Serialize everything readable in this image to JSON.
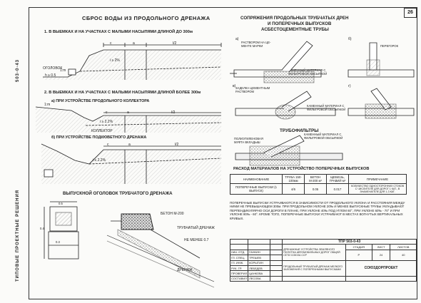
{
  "page_number": "26",
  "vertical_labels": {
    "typical": "ТИПОВЫЕ ПРОЕКТНЫЕ РЕШЕНИЯ",
    "code": "503-0-43"
  },
  "left": {
    "title": "СБРОС ВОДЫ ИЗ ПРОДОЛЬНОГО ДРЕНАЖА",
    "case1": "1. В ВЫЕМКАХ И НА УЧАСТКАХ С МАЛЫМИ НАСЫПЯМИ ДЛИНОЙ ДО 300м",
    "case2": "2. В ВЫЕМКАХ И НА УЧАСТКАХ С МАЛЫМИ НАСЫПЯМИ ДЛИНОЙ БОЛЕЕ 300м",
    "case2a": "а) ПРИ УСТРОЙСТВЕ ПРОДОЛЬНОГО КОЛЛЕКТОРА",
    "case2b": "б) ПРИ УСТРОЙСТВЕ ПОДКЮВЕТНОГО ДРЕНАЖА",
    "outlet_title": "ВЫПУСКНОЙ ОГОЛОВОК ТРУБЧАТОГО ДРЕНАЖА",
    "labels": {
      "ogolovok": "ОГОЛОВОК",
      "h": "h ≥ 0.5",
      "collector": "КОЛЛЕКТОР",
      "c": "c",
      "a": "a",
      "l2": "l/2",
      "l": "l",
      "slope": "i ≥ 2%",
      "slope2": "i ≥ 2.2%",
      "m15": "1:m",
      "drain": "ДРЕНАЖ",
      "beton": "БЕТОН М-200",
      "trub_drain": "ТРУБЧАТЫЙ ДРЕНАЖ",
      "ne_menee": "НЕ МЕНЕЕ 0.7",
      "dim05": "0.5",
      "dim03": "0.3",
      "dim04": "0.4"
    }
  },
  "right": {
    "title1": "СОПРЯЖЕНИЯ ПРОДОЛЬНЫХ ТРУБЧАТЫХ ДРЕН",
    "title2": "И ПОПЕРЕЧНЫХ ВЫПУСКОВ",
    "title3": "АСБЕСТОЦЕМЕНТНЫЕ ТРУБЫ",
    "panel_a": "а)",
    "panel_b": "б)",
    "panel_v": "в)",
    "panel_g": "г)",
    "pipe_note": "РАСТВОРОМ НА ЦЕ- МЕНТЕ МАРКИ",
    "peregorok": "ПЕРЕГОРОК",
    "gravel1": "КАМЕННЫЙ МАТЕРИАЛ С ФИЛЬТРОВОЙ ОБСЫПКОЙ",
    "zadelka": "ЗАДЕЛКА ЦЕМЕНТНЫМ РАСТВОРОМ",
    "gravel2": "КАМЕННЫЙ МАТЕРИАЛ С ФИЛЬТРОВОЙ ОБСЫПКОЙ",
    "trubofilters": "ТРУБОФИЛЬТРЫ",
    "mufta": "ПОЛИЭТИЛЕНОВАЯ МУФТА ВКЛАДЫШ",
    "gravel3": "КАМЕННЫЙ МАТЕРИАЛ С ФИЛЬТРОВОЙ ОБСЫПКОЙ",
    "table_title": "РАСХОД МАТЕРИАЛОВ НА УСТРОЙСТВО ПОПЕРЕЧНЫХ ВЫПУСКОВ",
    "table": {
      "headers": [
        "НАИМЕНОВАНИЕ",
        "ТРУБА 150-100мм",
        "БЕТОН М-200 м³",
        "ЩЕБЕНЬ, ГРАВИЙ м³",
        "ПРИМЕЧАНИЕ"
      ],
      "row": [
        "ПОПЕРЕЧНЫЕ ВЫПУСКИ (1 ВЫПУСК)",
        "4/6",
        "0.05",
        "0.017",
        "КОЛИЧЕСТВО ОДНОСТОРОННИХ СТОКОВ С ЧИСЛИТЕЛЕ ДЛЯ ДОРОГ 1 КАТ., В ЗНАМЕНАТЕЛЕ ДЛЯ 1-3 КАТ."
      ]
    },
    "paragraph": "ПОПЕРЕЧНЫЕ ВЫПУСКИ УСТРАИВАЮТСЯ В ЗАВИСИМОСТИ ОТ ПРОДОЛЬНОГО УКЛОНА И РАССТОЯНИЯ МЕЖДУ НИМИ НЕ ПРЕВЫШАЮЩЕМ 300м. ПРИ ПРОДОЛЬНОМ УКЛОНЕ 20‰ И МЕНЕЕ ВЫПУСКНЫЕ ТРУБЫ УКЛАДЫВАЮТ ПЕРПЕНДИКУЛЯРНО ОСИ ДОРОГИ В ПЛАНЕ, ПРИ УКЛОНЕ 40‰ ПОД УГЛОМ 60°, ПРИ УКЛОНЕ 60‰ - 70° И ПРИ УКЛОНЕ 80‰ - 60°. КРОМЕ ТОГО, ПОПЕРЕЧНЫЕ ВЫПУСКИ УСТРАИВАЮТ В МЕСТАХ ВОГНУТЫХ ВЕРТИКАЛЬНЫХ КРИВЫХ."
  },
  "stamp": {
    "code": "ТПР 503-0-43",
    "description": "ДРЕНАЖНЫЕ УСТРОЙСТВА ЗЕМЛЯНОГО ПОЛОТНА АВТОМОБИЛЬНЫХ ДОРОГ ОБЩЕЙ СЕТИ СОЮЗА ССР",
    "stage_label": "СТАДИЯ",
    "sheet_label": "ЛИСТ",
    "sheets_label": "ЛИСТОВ",
    "stage": "Р",
    "sheet": "24",
    "sheets": "40",
    "sheet_title": "ПРОДОЛЬНЫЙ ТРУБЧАТЫЙ ДРЕНАЖ МЕЛКОГО ЗАЛОЖЕНИЯ С ПОПЕРЕЧНЫМИ ВЫПУСКАМИ",
    "org": "СОЮЗДОРПРОЕКТ",
    "roles": [
      "НАЧ. ОТД.",
      "ГЛ. СПЕЦ.",
      "ГЛ. ИНЖ.",
      "РУК. ГР.",
      "ПРОВЕРИЛ",
      "СОСТАВИЛ"
    ],
    "names": [
      "ГАНКИН",
      "ТРЕШЕВ",
      "КОРЫТИН",
      "ЛЕБЕДЕВ",
      "ЦАНКОВА",
      "ЛЕСОВА"
    ]
  }
}
